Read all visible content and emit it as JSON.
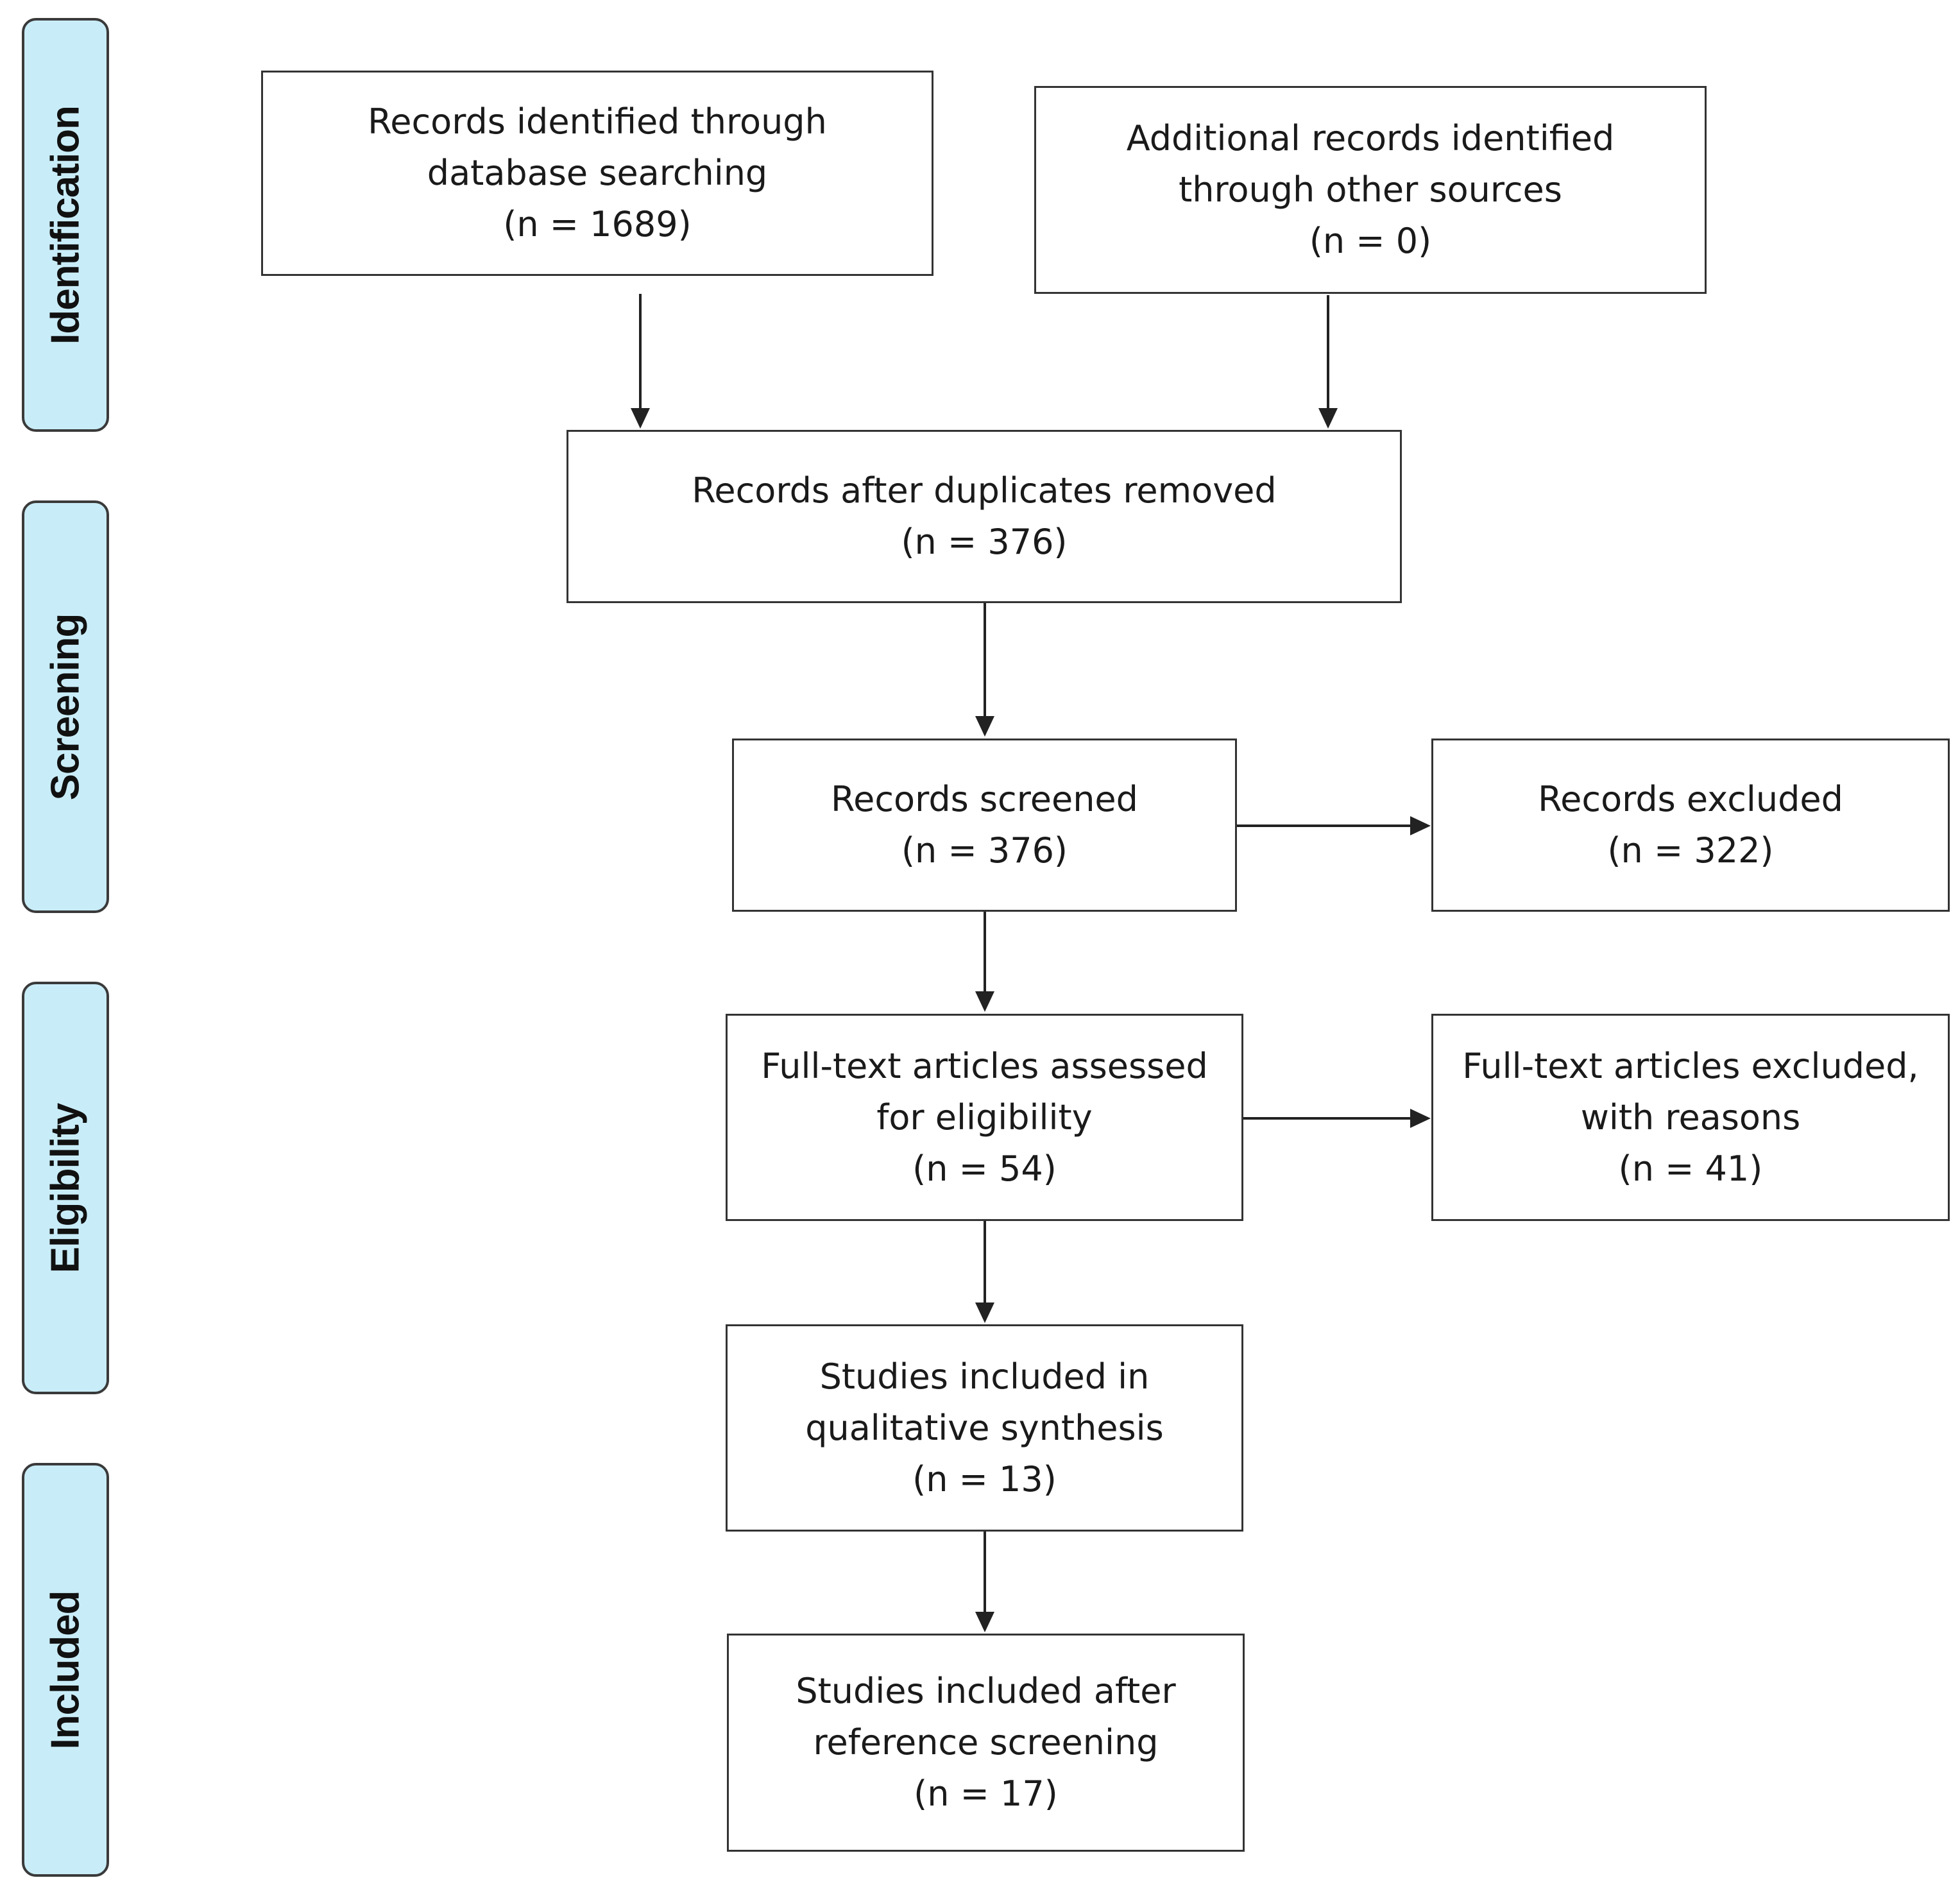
{
  "phases": {
    "identification": "Identification",
    "screening": "Screening",
    "eligibility": "Eligibility",
    "included": "Included"
  },
  "boxes": {
    "db_search": {
      "line1": "Records identified through",
      "line2": "database searching",
      "count": "(n = 1689)"
    },
    "other_sources": {
      "line1": "Additional records identified",
      "line2": "through other sources",
      "count": "(n = 0)"
    },
    "duplicates_removed": {
      "line1": "Records after duplicates removed",
      "count": "(n = 376)"
    },
    "screened": {
      "line1": "Records screened",
      "count": "(n = 376)"
    },
    "excluded": {
      "line1": "Records excluded",
      "count": "(n = 322)"
    },
    "fulltext_assessed": {
      "line1": "Full-text articles assessed",
      "line2": "for eligibility",
      "count": "(n = 54)"
    },
    "fulltext_excluded": {
      "line1": "Full-text articles excluded,",
      "line2": "with reasons",
      "count": "(n = 41)"
    },
    "qualitative": {
      "line1": "Studies included in",
      "line2": "qualitative synthesis",
      "count": "(n = 13)"
    },
    "after_reference": {
      "line1": "Studies included after",
      "line2": "reference screening",
      "count": "(n = 17)"
    }
  },
  "colors": {
    "phase_fill": "#c9edf8",
    "border": "#333333",
    "text": "#1a1a1a"
  }
}
